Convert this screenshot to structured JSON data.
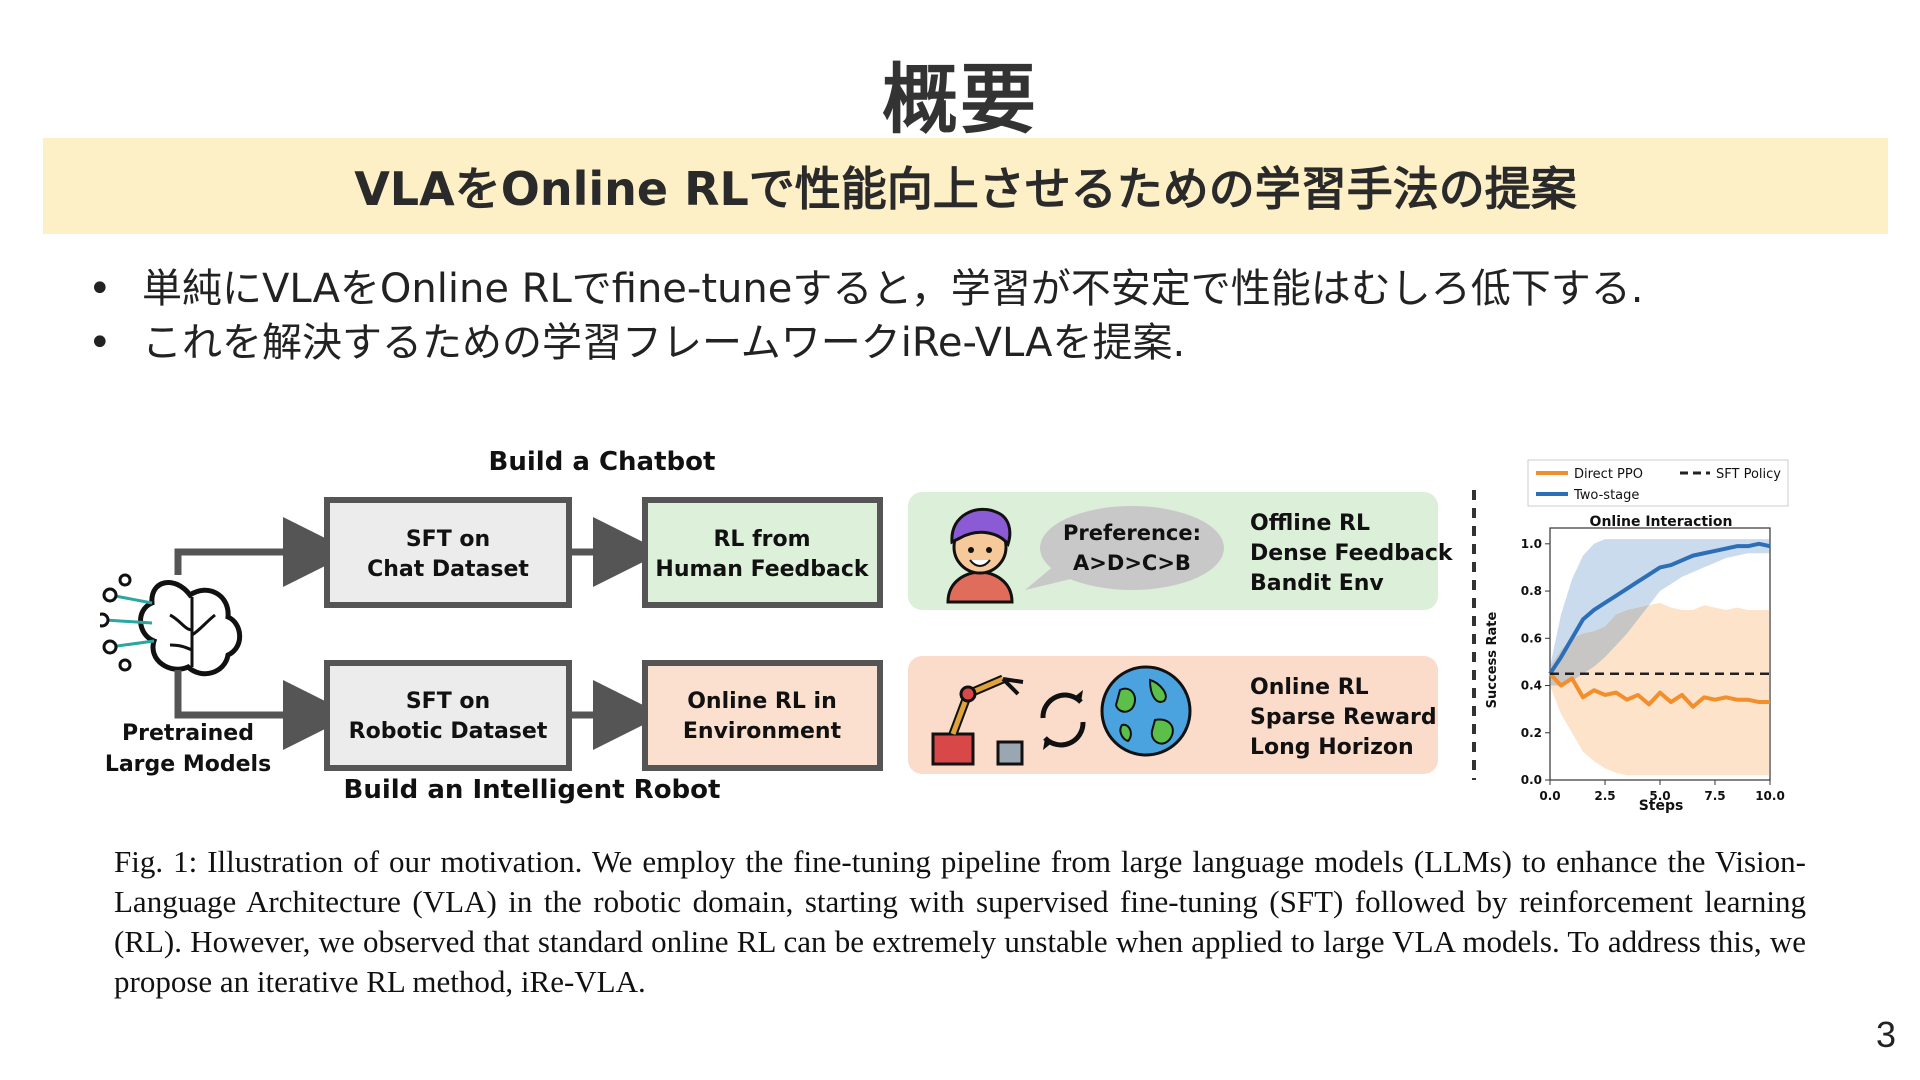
{
  "slide": {
    "title": "概要",
    "banner": "VLAをOnline RLで性能向上させるための学習手法の提案",
    "bullets": [
      "単純にVLAをOnline RLでfine-tuneすると，学習が不安定で性能はむしろ低下する.",
      "これを解決するための学習フレームワークiRe-VLAを提案."
    ],
    "bullet_char": "•",
    "page_number": "3"
  },
  "figure": {
    "top_heading": "Build a Chatbot",
    "bottom_heading": "Build an Intelligent Robot",
    "pretrained_label": [
      "Pretrained",
      "Large Models"
    ],
    "box_sft_chat": [
      "SFT on",
      "Chat Dataset"
    ],
    "box_rlhf": [
      "RL from",
      "Human Feedback"
    ],
    "box_sft_robot": [
      "SFT on",
      "Robotic Dataset"
    ],
    "box_online_rl": [
      "Online RL in",
      "Environment"
    ],
    "preference_bubble": [
      "Preference:",
      "A>D>C>B"
    ],
    "offline_panel": [
      "Offline RL",
      "Dense Feedback",
      "Bandit Env"
    ],
    "online_panel": [
      "Online RL",
      "Sparse Reward",
      "Long Horizon"
    ],
    "icons": [
      "brain-network-icon",
      "person-avatar-icon",
      "robot-arm-icon",
      "refresh-cycle-icon",
      "earth-globe-icon"
    ],
    "colors": {
      "green_panel": "#dcefd8",
      "peach_panel": "#fbdccb",
      "box_gray": "#ececec",
      "box_green": "#ddf0da",
      "box_peach": "#fbe0cf",
      "arrow": "#555555"
    }
  },
  "chart_data": {
    "type": "line",
    "title": "Online Interaction",
    "xlabel": "Steps",
    "ylabel": "Success Rate",
    "xlim": [
      0,
      10
    ],
    "ylim": [
      0,
      1.05
    ],
    "xticks": [
      "0.0",
      "2.5",
      "5.0",
      "7.5",
      "10.0"
    ],
    "yticks": [
      "0.0",
      "0.2",
      "0.4",
      "0.6",
      "0.8",
      "1.0"
    ],
    "legend_position": "top",
    "series": [
      {
        "name": "Direct PPO",
        "color": "#f28e2b",
        "style": "solid",
        "x": [
          0,
          0.5,
          1,
          1.5,
          2,
          2.5,
          3,
          3.5,
          4,
          4.5,
          5,
          5.5,
          6,
          6.5,
          7,
          7.5,
          8,
          8.5,
          9,
          9.5,
          10
        ],
        "y": [
          0.45,
          0.4,
          0.43,
          0.35,
          0.38,
          0.36,
          0.37,
          0.34,
          0.36,
          0.32,
          0.37,
          0.33,
          0.36,
          0.31,
          0.35,
          0.34,
          0.35,
          0.34,
          0.34,
          0.33,
          0.33
        ],
        "upper": [
          0.48,
          0.55,
          0.6,
          0.62,
          0.63,
          0.65,
          0.7,
          0.72,
          0.73,
          0.74,
          0.75,
          0.73,
          0.72,
          0.72,
          0.74,
          0.73,
          0.72,
          0.73,
          0.72,
          0.72,
          0.72
        ],
        "lower": [
          0.4,
          0.28,
          0.2,
          0.12,
          0.08,
          0.05,
          0.03,
          0.02,
          0.02,
          0.02,
          0.02,
          0.02,
          0.02,
          0.02,
          0.02,
          0.02,
          0.02,
          0.02,
          0.02,
          0.02,
          0.02
        ]
      },
      {
        "name": "Two-stage",
        "color": "#2c6fb7",
        "style": "solid",
        "x": [
          0,
          0.5,
          1,
          1.5,
          2,
          2.5,
          3,
          3.5,
          4,
          4.5,
          5,
          5.5,
          6,
          6.5,
          7,
          7.5,
          8,
          8.5,
          9,
          9.5,
          10
        ],
        "y": [
          0.45,
          0.52,
          0.6,
          0.68,
          0.72,
          0.75,
          0.78,
          0.81,
          0.84,
          0.87,
          0.9,
          0.91,
          0.93,
          0.95,
          0.96,
          0.97,
          0.98,
          0.99,
          0.99,
          1.0,
          0.99
        ],
        "upper": [
          0.48,
          0.7,
          0.85,
          0.95,
          1.0,
          1.02,
          1.02,
          1.02,
          1.02,
          1.02,
          1.02,
          1.02,
          1.02,
          1.02,
          1.02,
          1.02,
          1.02,
          1.02,
          1.02,
          1.02,
          1.02
        ],
        "lower": [
          0.4,
          0.4,
          0.42,
          0.45,
          0.48,
          0.52,
          0.57,
          0.62,
          0.68,
          0.74,
          0.8,
          0.83,
          0.86,
          0.88,
          0.9,
          0.92,
          0.94,
          0.95,
          0.96,
          0.96,
          0.96
        ]
      },
      {
        "name": "SFT Policy",
        "color": "#222222",
        "style": "dashed",
        "x": [
          0,
          10
        ],
        "y": [
          0.45,
          0.45
        ]
      }
    ]
  },
  "caption": "Fig. 1: Illustration of our motivation. We employ the fine-tuning pipeline from large language models (LLMs) to enhance the Vision-Language Architecture (VLA) in the robotic domain, starting with supervised fine-tuning (SFT) followed by reinforcement learning (RL). However, we observed that standard online RL can be extremely unstable when applied to large VLA models. To address this, we propose an iterative RL method, iRe-VLA."
}
